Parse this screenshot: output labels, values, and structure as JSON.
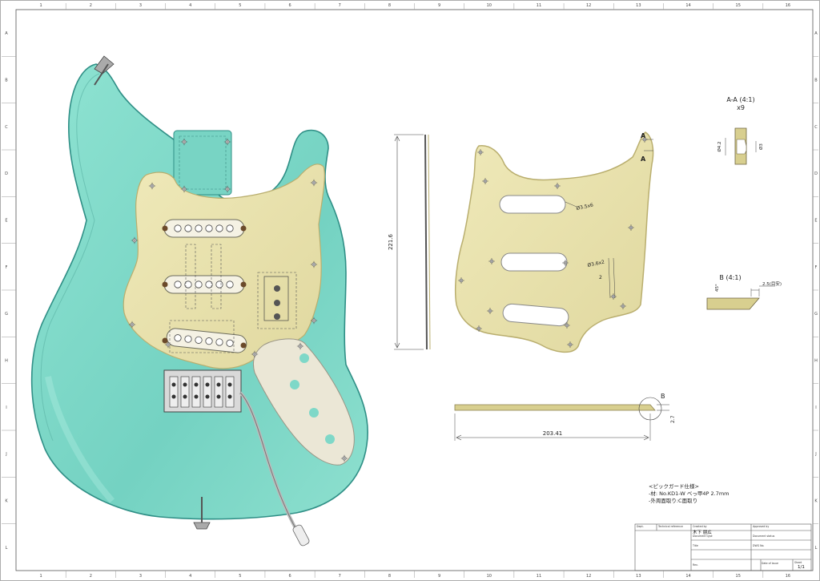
{
  "border": {
    "columns": [
      "1",
      "2",
      "3",
      "4",
      "5",
      "6",
      "7",
      "8",
      "9",
      "10",
      "11",
      "12",
      "13",
      "14",
      "15",
      "16"
    ],
    "rows": [
      "A",
      "B",
      "C",
      "D",
      "E",
      "F",
      "G",
      "H",
      "I",
      "J",
      "K",
      "L"
    ]
  },
  "dimensions": {
    "height_label": "221.6",
    "width_label": "203.41",
    "thickness_label": "2.7",
    "slot_label": "Ø3.5x6",
    "slot_label2": "Ø3.6x2",
    "inner_label": "2"
  },
  "section_aa": {
    "title": "A-A (4:1)",
    "count": "x9",
    "dim_left": "Ø4.2",
    "dim_right": "Ø3",
    "marker_top": "A",
    "marker_bottom": "A"
  },
  "detail_b": {
    "title": "B (4:1)",
    "angle": "45°",
    "length": "2.5(目安)",
    "marker": "B"
  },
  "notes": {
    "title": "<ピックガード仕様>",
    "line1": "-材: No.KD1-W べっ甲4P 2.7mm",
    "line2": "-外周面取り:C面取り"
  },
  "title_block": {
    "dept_label": "Dept.",
    "tech_ref_label": "Technical reference",
    "created_by_label": "Created by",
    "created_by": "木下 朋広",
    "approved_by_label": "Approved by",
    "doc_type_label": "Document type",
    "doc_status_label": "Document status",
    "title_label": "Title",
    "dwg_no_label": "DWG No.",
    "rev_label": "Rev.",
    "date_label": "Date of issue",
    "sheet_label": "Sheet",
    "sheet_value": "1/1"
  },
  "colors": {
    "body": "#7fd8c8",
    "body_edge": "#2f8f86",
    "pickguard": "#e8e2ae",
    "pickguard_edge": "#b9ae6e",
    "backplate": "#ebe7d6"
  }
}
